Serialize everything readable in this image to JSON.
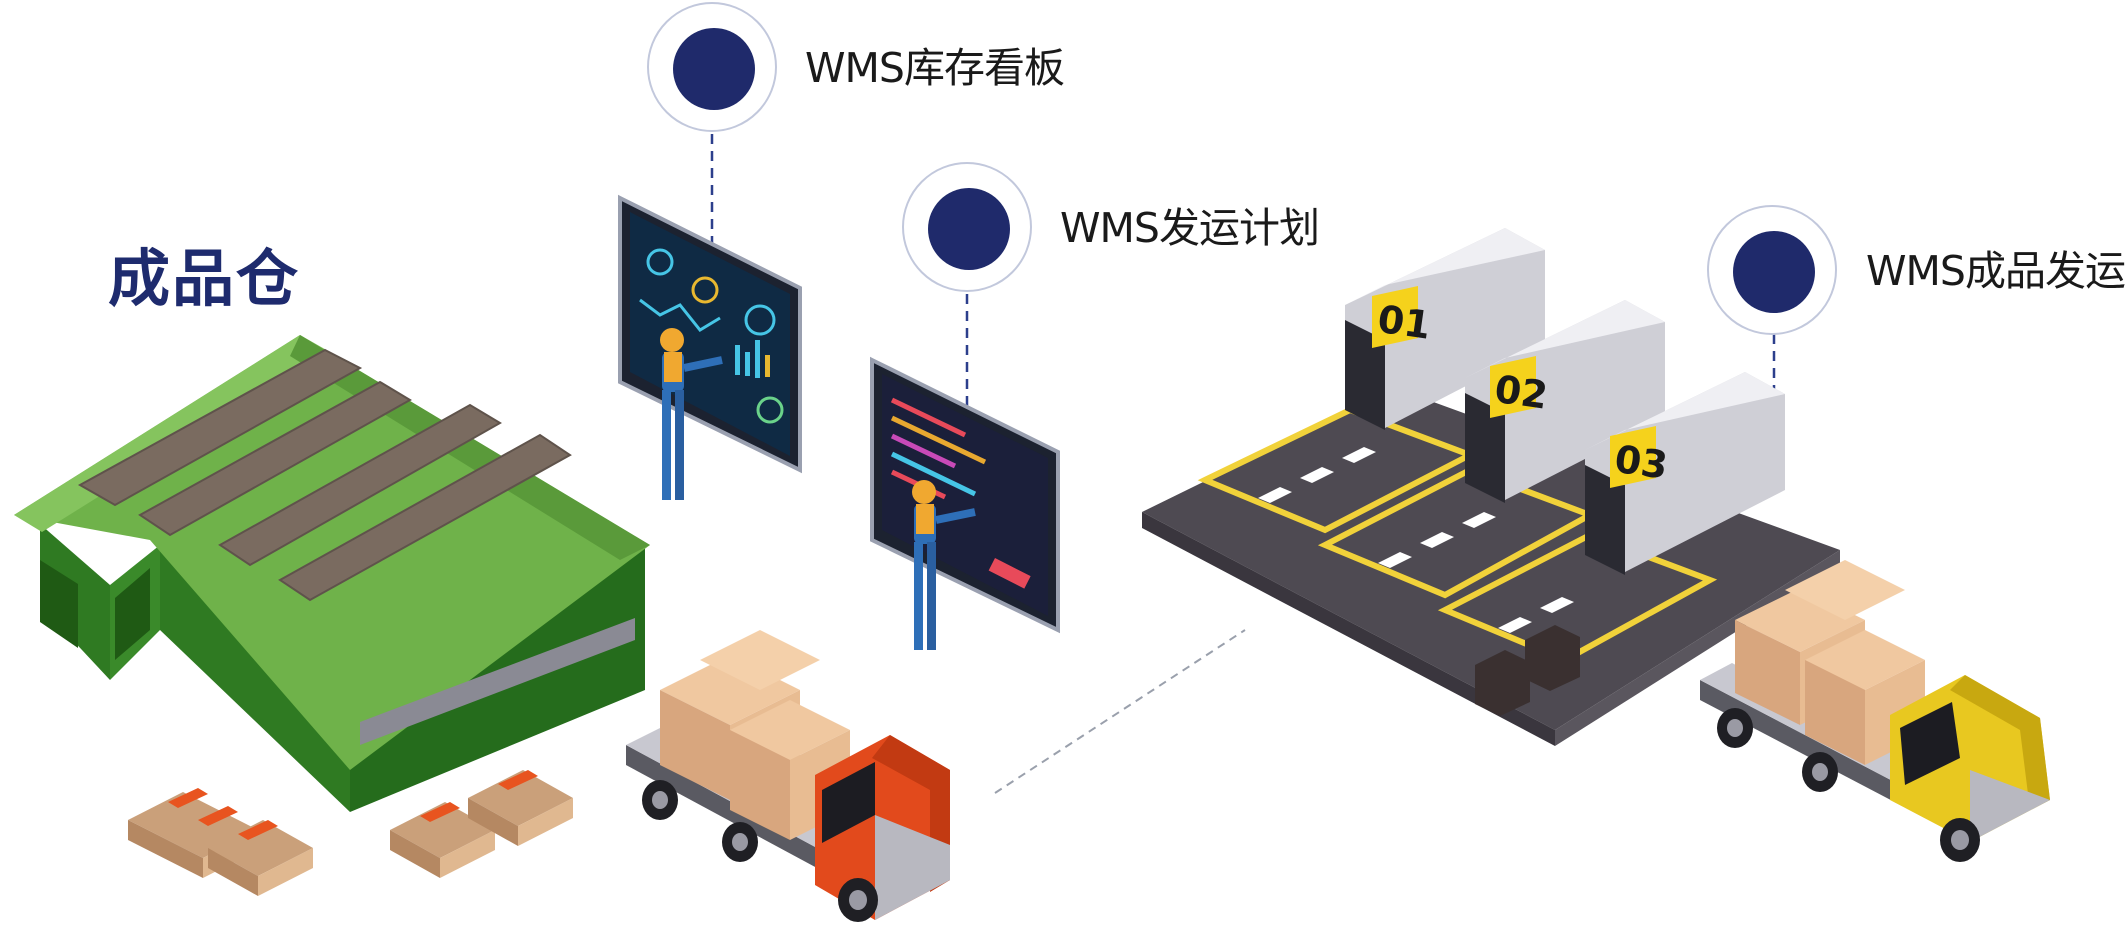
{
  "title": "成品仓",
  "nodes": [
    {
      "label": "WMS库存看板"
    },
    {
      "label": "WMS发运计划"
    },
    {
      "label": "WMS成品发运"
    }
  ],
  "docks": [
    "01",
    "02",
    "03"
  ],
  "colors": {
    "title": "#1e2b6e",
    "node_dot": "#1f2a6b",
    "label": "#1a1a1a",
    "connector": "#2c3f8c",
    "warehouse_roof": "#6fb24a",
    "warehouse_wall": "#3f9130",
    "truck_red": "#e24a1c",
    "truck_yellow": "#e8c820",
    "dock_sign": "#f5d21c",
    "lot": "#4e4a52"
  },
  "icons": [
    "warehouse-icon",
    "dashboard-screen-icon",
    "worker-icon",
    "truck-icon",
    "cargo-box-icon",
    "loading-dock-icon",
    "pallet-icon"
  ]
}
